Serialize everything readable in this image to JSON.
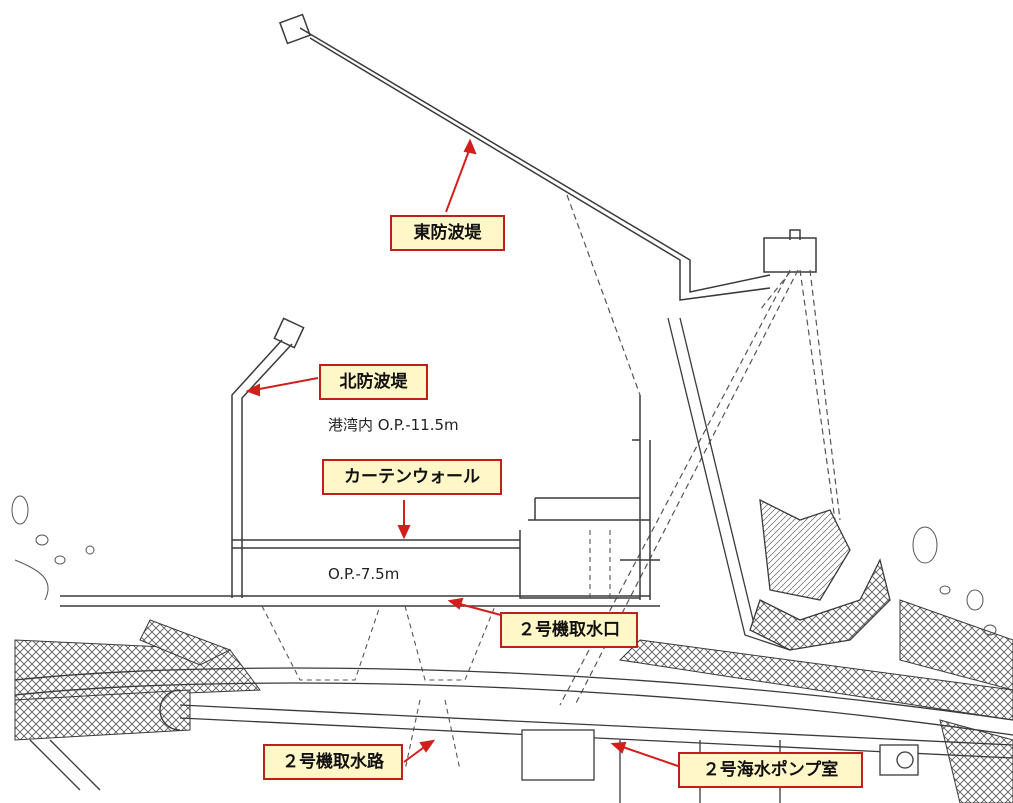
{
  "callouts": {
    "east_breakwater": "東防波堤",
    "north_breakwater": "北防波堤",
    "curtain_wall": "カーテンウォール",
    "intake_mouth": "２号機取水口",
    "intake_channel": "２号機取水路",
    "pump_room": "２号海水ポンプ室"
  },
  "labels": {
    "harbor_depth": "港湾内 O.P.-11.5m",
    "intake_depth": "O.P.-7.5m"
  },
  "colors": {
    "callout_border": "#c0201c",
    "callout_fill": "#fff7c8",
    "arrow": "#d21f1b",
    "drawing_line": "#3a3a3a"
  }
}
